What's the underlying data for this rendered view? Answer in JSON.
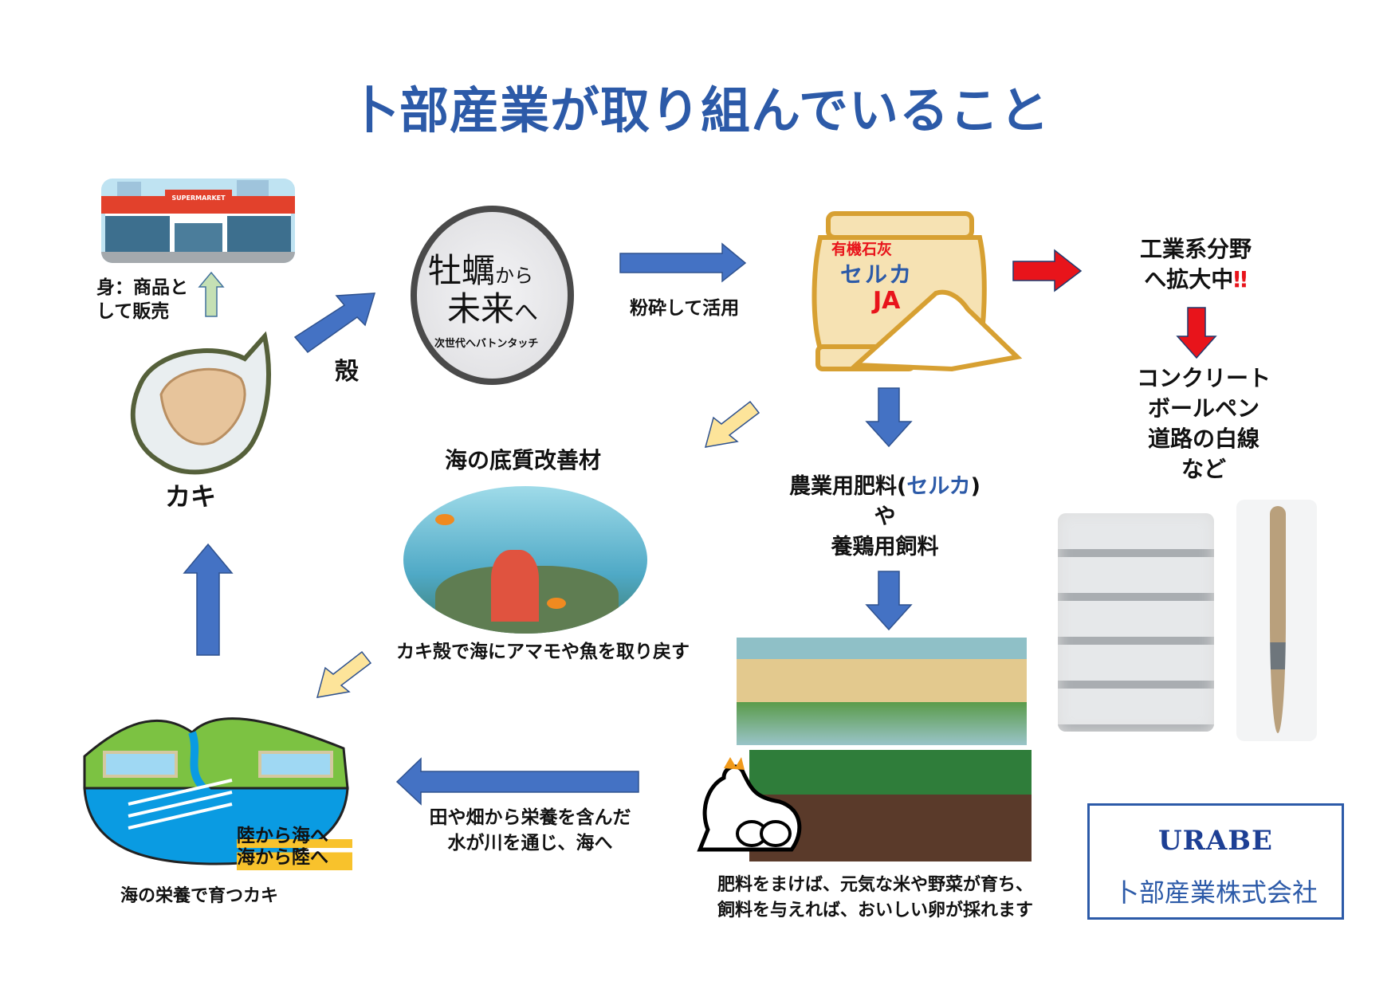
{
  "title": "卜部産業が取り組んでいること",
  "supermarket": {
    "sign": "SUPERMARKET",
    "caption_line1": "身：商品と",
    "caption_line2": "して販売"
  },
  "oyster": {
    "label": "カキ"
  },
  "shell_label": "殻",
  "logo_circle": {
    "line1_main": "牡蠣",
    "line1_small": "から",
    "line2_main": "未来",
    "line2_small": "へ",
    "subtitle": "次世代へバトンタッチ"
  },
  "crush_label": "粉砕して活用",
  "bag": {
    "line1": "有機石灰",
    "line2": "セルカ",
    "line3": "JA"
  },
  "industrial": {
    "line1": "工業系分野",
    "line2": "へ拡大中",
    "exclaim": "‼",
    "uses": [
      "コンクリート",
      "ボールペン",
      "道路の白線",
      "など"
    ]
  },
  "seabed": {
    "title": "海の底質改善材",
    "caption": "カキ殻で海にアマモや魚を取り戻す"
  },
  "fertilizer": {
    "line1_pre": "農業用肥料(",
    "line1_accent": "セルカ",
    "line1_post": ")",
    "line2": "や",
    "line3": "養鶏用飼料"
  },
  "farm_caption": {
    "line1": "肥料をまけば、元気な米や野菜が育ち、",
    "line2": "飼料を与えれば、おいしい卵が採れます"
  },
  "river_caption": {
    "line1": "田や畑から栄養を含んだ",
    "line2": "水が川を通じ、海へ"
  },
  "sea_farm": {
    "badge_line1": "陸から海へ",
    "badge_line2": "海から陸へ",
    "caption": "海の栄養で育つカキ"
  },
  "company": {
    "logo_text": "URABE",
    "name": "卜部産業株式会社"
  },
  "colors": {
    "title": "#2c5aa8",
    "arrow_blue": "#4472c4",
    "arrow_red": "#e8141b",
    "arrow_yellow": "#fde49a",
    "arrow_green": "#c5e0b4",
    "bag": "#f6e2b3",
    "bag_border": "#d7a032"
  }
}
